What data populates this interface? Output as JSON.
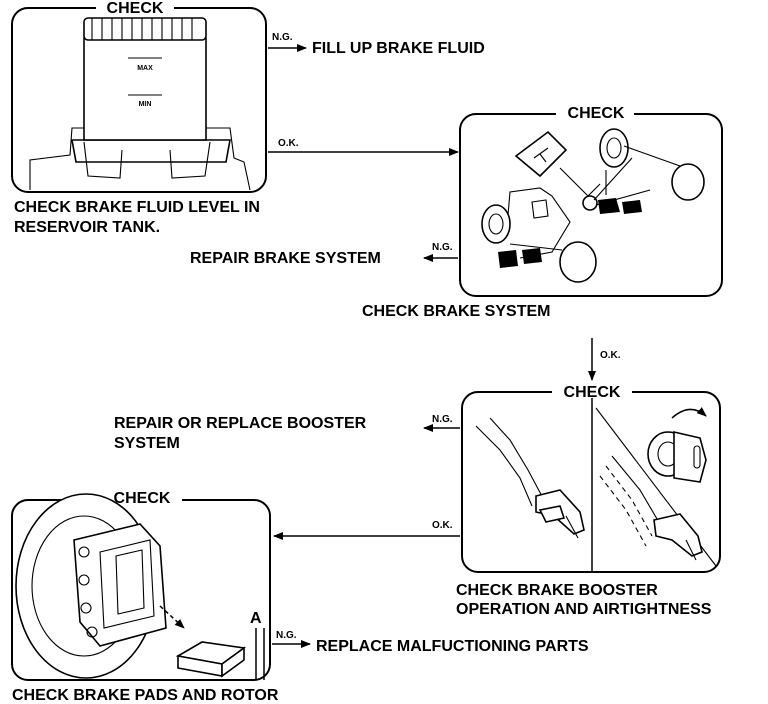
{
  "boxes": {
    "reservoir": {
      "header": "CHECK",
      "caption_lines": [
        "CHECK BRAKE FLUID LEVEL IN",
        "RESERVOIR TANK."
      ],
      "marks": [
        "MAX",
        "MIN"
      ]
    },
    "system": {
      "header": "CHECK",
      "caption": "CHECK BRAKE SYSTEM"
    },
    "booster": {
      "header": "CHECK",
      "caption_lines": [
        "CHECK BRAKE BOOSTER",
        "OPERATION AND AIRTIGHTNESS"
      ]
    },
    "pads": {
      "header": "CHECK",
      "caption": "CHECK BRAKE PADS AND ROTOR",
      "marker": "A"
    }
  },
  "results": {
    "fill_fluid": {
      "tag": "N.G.",
      "text": "FILL UP BRAKE FLUID"
    },
    "fluid_ok": {
      "tag": "O.K."
    },
    "repair_system": {
      "tag": "N.G.",
      "text": "REPAIR BRAKE SYSTEM"
    },
    "system_ok": {
      "tag": "O.K."
    },
    "repair_booster": {
      "tag": "N.G.",
      "text_lines": [
        "REPAIR OR REPLACE BOOSTER",
        "SYSTEM"
      ]
    },
    "booster_ok": {
      "tag": "O.K."
    },
    "replace_parts": {
      "tag": "N.G.",
      "text": "REPLACE MALFUCTIONING PARTS"
    }
  }
}
